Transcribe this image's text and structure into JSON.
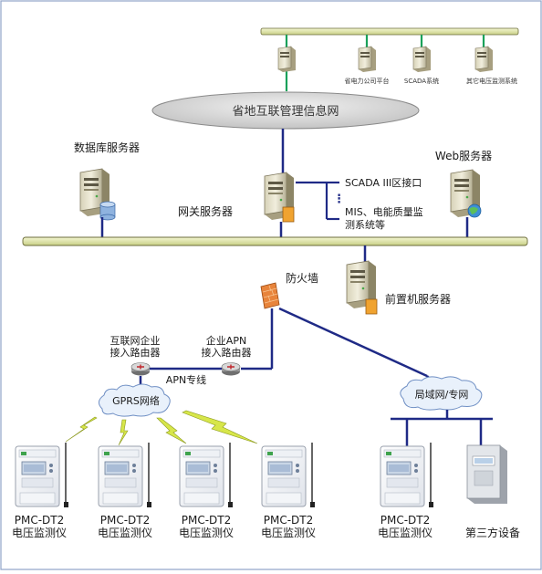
{
  "top_systems": {
    "provincial_platform": "省电力公司平台",
    "scada": "SCADA系统",
    "other_monitoring": "其它电压监测系统"
  },
  "network": {
    "provincial_network": "省地互联管理信息网",
    "gprs": "GPRS网络",
    "lan": "局域网/专网"
  },
  "servers": {
    "database": "数据库服务器",
    "gateway": "网关服务器",
    "web": "Web服务器",
    "frontend": "前置机服务器",
    "firewall": "防火墙"
  },
  "interfaces": {
    "scada_zone3": "SCADA III区接口",
    "ellipsis": "⋮",
    "mis_line1": "MIS、电能质量监",
    "mis_line2": "测系统等"
  },
  "routers": {
    "internet_router_line1": "互联网企业",
    "internet_router_line2": "接入路由器",
    "apn_router_line1": "企业APN",
    "apn_router_line2": "接入路由器",
    "apn_line": "APN专线"
  },
  "devices": [
    {
      "model": "PMC-DT2",
      "name": "电压监测仪"
    },
    {
      "model": "PMC-DT2",
      "name": "电压监测仪"
    },
    {
      "model": "PMC-DT2",
      "name": "电压监测仪"
    },
    {
      "model": "PMC-DT2",
      "name": "电压监测仪"
    },
    {
      "model": "PMC-DT2",
      "name": "电压监测仪"
    }
  ],
  "third_party": "第三方设备",
  "colors": {
    "bus": "#e8edb0",
    "bus_border": "#6b6b3a",
    "link": "#1f2a86",
    "green_link": "#1aa15a",
    "cloud": "#e9f1fb",
    "cloud_border": "#6f8fc4",
    "ellipse": "#cfcfcf",
    "frame": "#8fa3c8"
  }
}
